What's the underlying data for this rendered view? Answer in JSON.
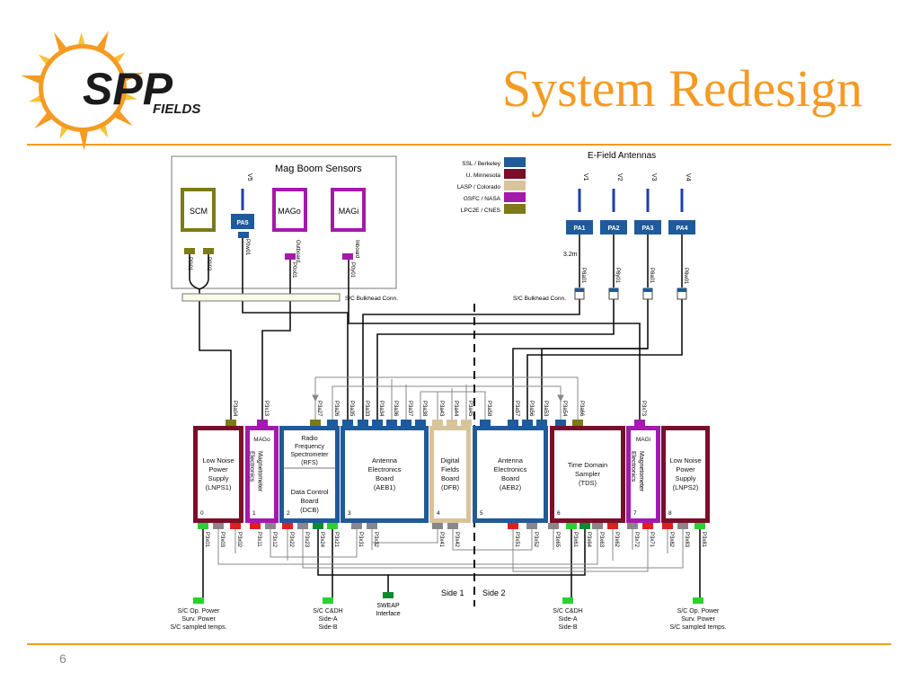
{
  "slide": {
    "title": "System Redesign",
    "logo_text": "SPP",
    "logo_subtext": "FIELDS",
    "page_number": "6",
    "accent_color": "#F59A23"
  },
  "diagram": {
    "mag_boom_title": "Mag Boom Sensors",
    "efield_title": "E-Field Antennas",
    "legend": [
      {
        "label": "SSL / Berkeley",
        "color": "#1F5A9A"
      },
      {
        "label": "U. Minnesota",
        "color": "#7A0E2B"
      },
      {
        "label": "LASP / Colorado",
        "color": "#D8C49B"
      },
      {
        "label": "GSFC / NASA",
        "color": "#A21BAB"
      },
      {
        "label": "LPC2E / CNES",
        "color": "#7C7A1A"
      }
    ],
    "sensors": {
      "scm": "SCM",
      "mago": "MAGo",
      "magi": "MAGi",
      "pa5": "PA5",
      "v5": "V5",
      "outboard": "Outboard",
      "inboard": "Inboard",
      "p0i01": "P0i01",
      "p0i02": "P0i02",
      "p0w01": "P0w01",
      "p0o01": "P0o01",
      "p0y01": "P0y01"
    },
    "antennas": [
      {
        "v": "V1",
        "pa": "PA1",
        "conn": "P8a01"
      },
      {
        "v": "V2",
        "pa": "PA2",
        "conn": "P8y01"
      },
      {
        "v": "V3",
        "pa": "PA3",
        "conn": "P8a01"
      },
      {
        "v": "V4",
        "pa": "PA4",
        "conn": "P8w01"
      }
    ],
    "length_label": "3.2m",
    "bulkhead_left": "S/C Bulkhead Conn.",
    "bulkhead_right": "S/C Bulkhead Conn.",
    "top_connectors": [
      "P3a04",
      "P3x13",
      "P3a27",
      "P3a26",
      "P3a35",
      "P3a33",
      "P3a34",
      "P3a36",
      "P3a37",
      "P3a38",
      "P3a43",
      "P3a44",
      "P3a45",
      "P3a58",
      "P3a57",
      "P3a56",
      "P3a53",
      "P3a54",
      "P3a66",
      "P3a67",
      "P3x73"
    ],
    "boards": [
      {
        "num": "0",
        "label": "Low Noise\nPower\nSupply\n(LNPS1)"
      },
      {
        "num": "1",
        "label": "Magnetometer\nElectronics",
        "tag": "MAGo"
      },
      {
        "num": "2",
        "label": "Data Control\nBoard\n(DCB)",
        "tag": "Radio\nFrequency\nSpectrometer\n(RFS)"
      },
      {
        "num": "3",
        "label": "Antenna\nElectronics\nBoard\n(AEB1)"
      },
      {
        "num": "4",
        "label": "Digital\nFields\nBoard\n(DFB)"
      },
      {
        "num": "5",
        "label": "Antenna\nElectronics\nBoard\n(AEB2)"
      },
      {
        "num": "6",
        "label": "Time Domain\nSampler\n(TDS)"
      },
      {
        "num": "7",
        "label": "Magnetometer\nElectronics",
        "tag": "MAGi"
      },
      {
        "num": "8",
        "label": "Low Noise\nPower\nSupply\n(LNPS2)"
      }
    ],
    "bottom_connectors": [
      "P3x01",
      "P3x03",
      "P3x02",
      "P3x11",
      "P3x12",
      "P3x22",
      "P3x23",
      "P3x24",
      "P3x21",
      "P3x31",
      "P3x32",
      "P3x41",
      "P3x42",
      "P3x51",
      "P3x52",
      "P3x65",
      "P3x61",
      "P3x64",
      "P3x63",
      "P3x62",
      "P3x72",
      "P3x71",
      "P3x82",
      "P3x83",
      "P3x81"
    ],
    "side1": "Side 1",
    "side2": "Side 2",
    "sweap": "SWEAP\nInterface",
    "bottom_labels": [
      "S/C Op. Power\nSurv. Power\nS/C sampled temps.",
      "S/C C&DH\nSide-A\nSide-B",
      "S/C C&DH\nSide-A\nSide-B",
      "S/C Op. Power\nSurv. Power\nS/C sampled temps."
    ]
  }
}
